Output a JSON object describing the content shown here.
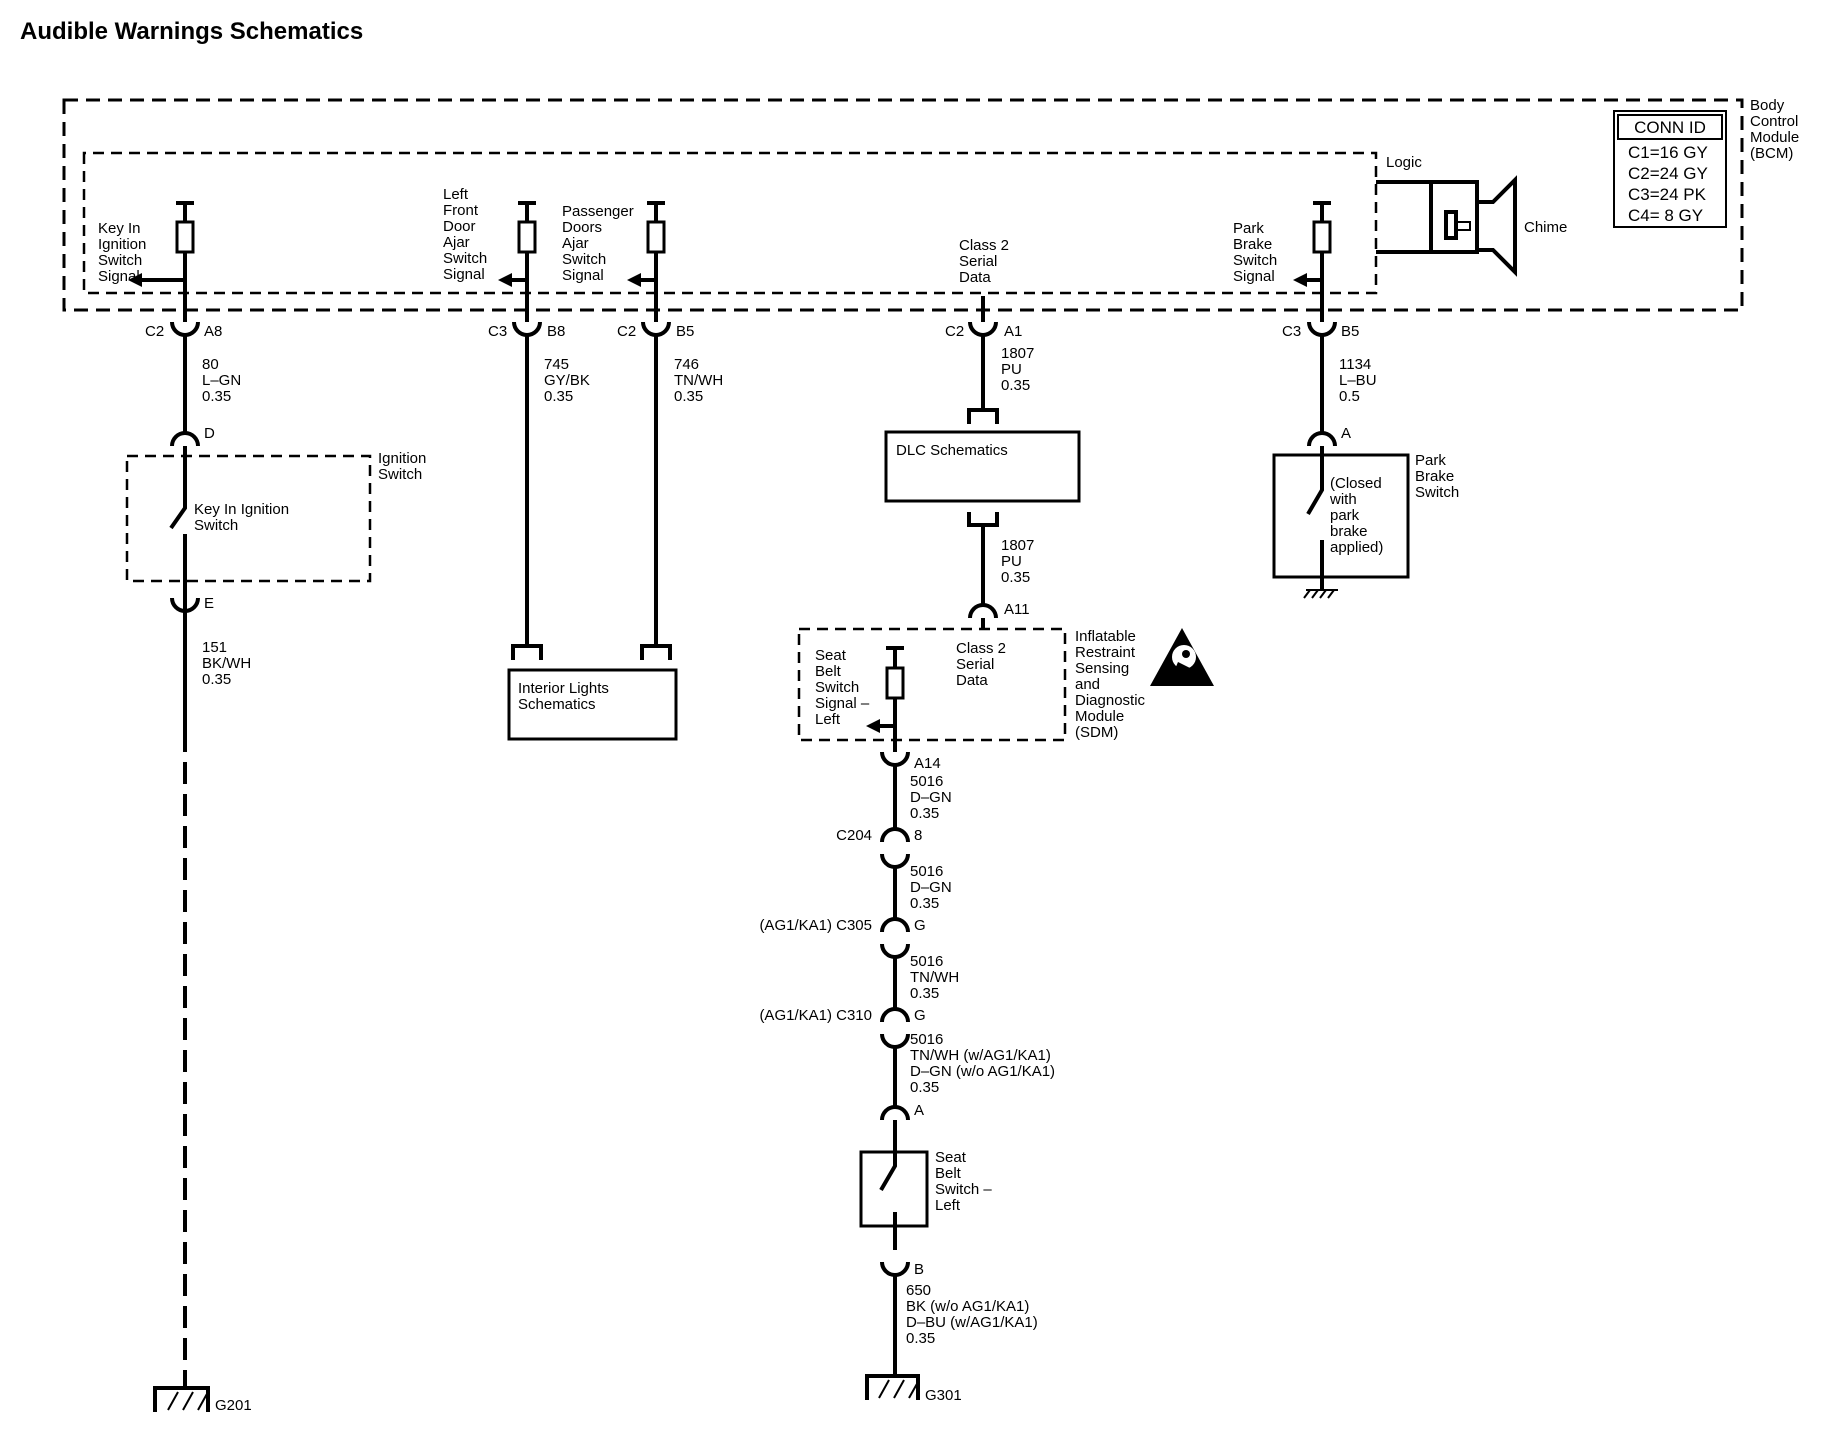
{
  "title": "Audible Warnings Schematics",
  "bcm": {
    "label": [
      "Body",
      "Control",
      "Module",
      "(BCM)"
    ],
    "logic_label": "Logic",
    "chime_label": "Chime",
    "conn_id": {
      "header": "CONN ID",
      "rows": [
        "C1=16 GY",
        "C2=24 GY",
        "C3=24 PK",
        "C4=  8 GY"
      ]
    },
    "signals": {
      "key_in": [
        "Key In",
        "Ignition",
        "Switch",
        "Signal"
      ],
      "lf_door": [
        "Left",
        "Front",
        "Door",
        "Ajar",
        "Switch",
        "Signal"
      ],
      "pass_doors": [
        "Passenger",
        "Doors",
        "Ajar",
        "Switch",
        "Signal"
      ],
      "class2": [
        "Class 2",
        "Serial",
        "Data"
      ],
      "park_brake": [
        "Park",
        "Brake",
        "Switch",
        "Signal"
      ]
    }
  },
  "connectors": {
    "key_in": {
      "conn": "C2",
      "pin": "A8"
    },
    "lf_door": {
      "conn": "C3",
      "pin": "B8"
    },
    "pass_doors": {
      "conn": "C2",
      "pin": "B5"
    },
    "class2": {
      "conn": "C2",
      "pin": "A1"
    },
    "park_brake": {
      "conn": "C3",
      "pin": "B5"
    }
  },
  "wires": {
    "w80": [
      "80",
      "L–GN",
      "0.35"
    ],
    "w745": [
      "745",
      "GY/BK",
      "0.35"
    ],
    "w746": [
      "746",
      "TN/WH",
      "0.35"
    ],
    "w1807a": [
      "1807",
      "PU",
      "0.35"
    ],
    "w1807b": [
      "1807",
      "PU",
      "0.35"
    ],
    "w1134": [
      "1134",
      "L–BU",
      "0.5"
    ],
    "w151": [
      "151",
      "BK/WH",
      "0.35"
    ],
    "w5016a": [
      "5016",
      "D–GN",
      "0.35"
    ],
    "w5016b": [
      "5016",
      "D–GN",
      "0.35"
    ],
    "w5016c": [
      "5016",
      "TN/WH",
      "0.35"
    ],
    "w5016d": [
      "5016",
      "TN/WH (w/AG1/KA1)",
      "D–GN (w/o AG1/KA1)",
      "0.35"
    ],
    "w650": [
      "650",
      "BK (w/o AG1/KA1)",
      "D–BU (w/AG1/KA1)",
      "0.35"
    ]
  },
  "ignition_switch": {
    "label": [
      "Ignition",
      "Switch"
    ],
    "inner": [
      "Key In Ignition",
      "Switch"
    ],
    "pin_top": "D",
    "pin_bottom": "E"
  },
  "dlc": {
    "label": "DLC Schematics"
  },
  "interior_lights": {
    "label": [
      "Interior Lights",
      "Schematics"
    ]
  },
  "park_brake_switch": {
    "label": [
      "Park",
      "Brake",
      "Switch"
    ],
    "note": [
      "(Closed",
      "with",
      "park",
      "brake",
      "applied)"
    ],
    "pin": "A"
  },
  "sdm": {
    "label": [
      "Inflatable",
      "Restraint",
      "Sensing",
      "and",
      "Diagnostic",
      "Module",
      "(SDM)"
    ],
    "class2": [
      "Class 2",
      "Serial",
      "Data"
    ],
    "seat_signal": [
      "Seat",
      "Belt",
      "Switch",
      "Signal –",
      "Left"
    ],
    "pin_a11": "A11",
    "pin_a14": "A14"
  },
  "inline": {
    "c204": {
      "conn": "C204",
      "pin": "8"
    },
    "c305": {
      "conn": "(AG1/KA1) C305",
      "pin": "G"
    },
    "c310": {
      "conn": "(AG1/KA1) C310",
      "pin": "G"
    },
    "seat_a": {
      "pin": "A"
    },
    "seat_b": {
      "pin": "B"
    }
  },
  "seat_belt_switch": {
    "label": [
      "Seat",
      "Belt",
      "Switch –",
      "Left"
    ]
  },
  "grounds": {
    "g201": "G201",
    "g301": "G301"
  }
}
